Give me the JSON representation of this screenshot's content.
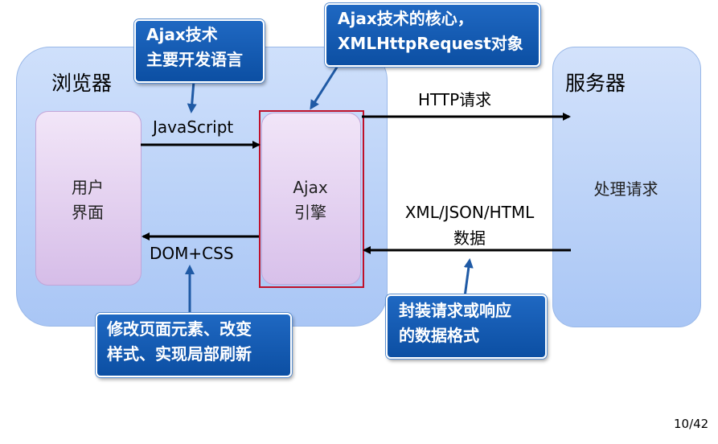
{
  "browser": {
    "title": "浏览器"
  },
  "server": {
    "title": "服务器",
    "process_label": "处理请求"
  },
  "ui_box": {
    "line1": "用户",
    "line2": "界面"
  },
  "engine_box": {
    "line1": "Ajax",
    "line2": "引擎"
  },
  "connectors": {
    "javascript": "JavaScript",
    "dom_css": "DOM+CSS",
    "http_request": "HTTP请求",
    "response_line1": "XML/JSON/HTML",
    "response_line2": "数据"
  },
  "callouts": {
    "ajax_tech": {
      "line1": "Ajax技术",
      "line2": "主要开发语言"
    },
    "core": {
      "line1": "Ajax技术的核心，",
      "line2": "XMLHttpRequest对象"
    },
    "dom_modify": {
      "line1": "修改页面元素、改变",
      "line2": "样式、实现局部刷新"
    },
    "format": {
      "line1": "封装请求或响应",
      "line2": "的数据格式"
    }
  },
  "page_number": "10/42"
}
